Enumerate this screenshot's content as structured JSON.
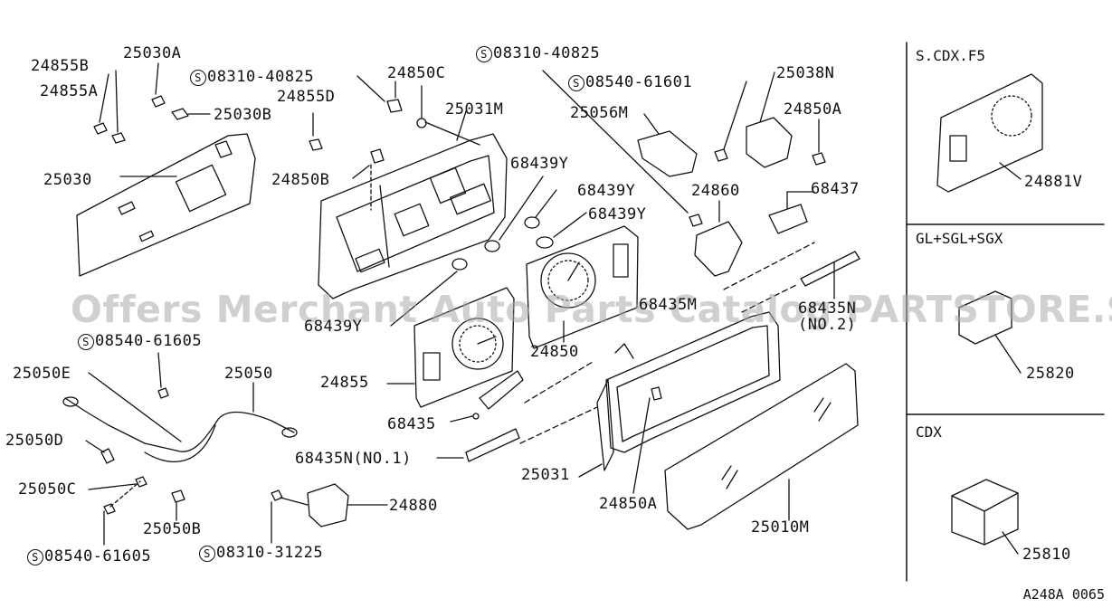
{
  "parts": {
    "p24855B": "24855B",
    "p25030A": "25030A",
    "p24855A": "24855A",
    "p08310_40825a": "08310-40825",
    "p24850C": "24850C",
    "p24855D": "24855D",
    "p25030B": "25030B",
    "p25031M": "25031M",
    "p08310_40825b": "08310-40825",
    "p08540_61601": "08540-61601",
    "p25038N": "25038N",
    "p25056M": "25056M",
    "p24850A_top": "24850A",
    "p25030": "25030",
    "p24850B": "24850B",
    "p68439Y_1": "68439Y",
    "p68439Y_2": "68439Y",
    "p68439Y_3": "68439Y",
    "p24860": "24860",
    "p68437": "68437",
    "p68439Y_4": "68439Y",
    "p68435M": "68435M",
    "p68435N2": "68435N",
    "p68435N2_sub": "(NO.2)",
    "p08540_61605a": "08540-61605",
    "p24850": "24850",
    "p25050E": "25050E",
    "p25050": "25050",
    "p24855": "24855",
    "p68435": "68435",
    "p25050D": "25050D",
    "p68435N1": "68435N(NO.1)",
    "p25031": "25031",
    "p25050C": "25050C",
    "p24850A_bot": "24850A",
    "p24880": "24880",
    "p25050B": "25050B",
    "p25010M": "25010M",
    "p08540_61605b": "08540-61605",
    "p08310_31225": "08310-31225"
  },
  "symbol": "S",
  "sections": {
    "scdx": {
      "title": "S.CDX.F5",
      "part": "24881V"
    },
    "gl": {
      "title": "GL+SGL+SGX",
      "part": "25820"
    },
    "cdx": {
      "title": "CDX",
      "part": "25810"
    }
  },
  "watermark": "Offers Merchant Auto Parts Catalog PARTSTORE.SA",
  "diagram_code": "A248A 0065"
}
